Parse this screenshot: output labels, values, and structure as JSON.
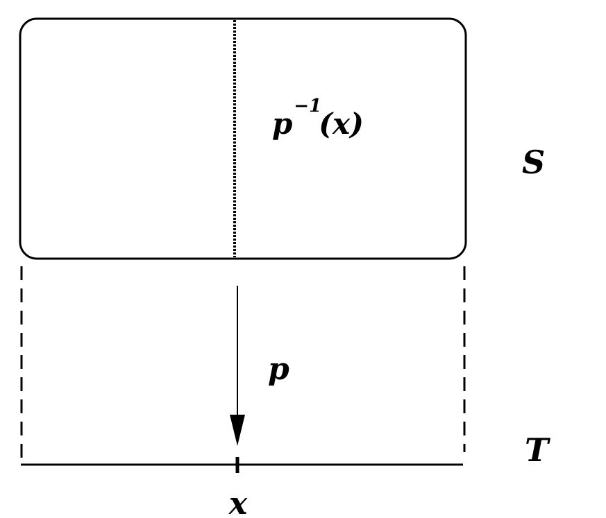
{
  "labels": {
    "preimage_base": "p",
    "preimage_exponent": "−1",
    "preimage_arg": "(x)",
    "space_total": "S",
    "projection": "p",
    "space_base": "T",
    "point": "x"
  },
  "colors": {
    "ink": "#000000",
    "background": "#ffffff"
  }
}
